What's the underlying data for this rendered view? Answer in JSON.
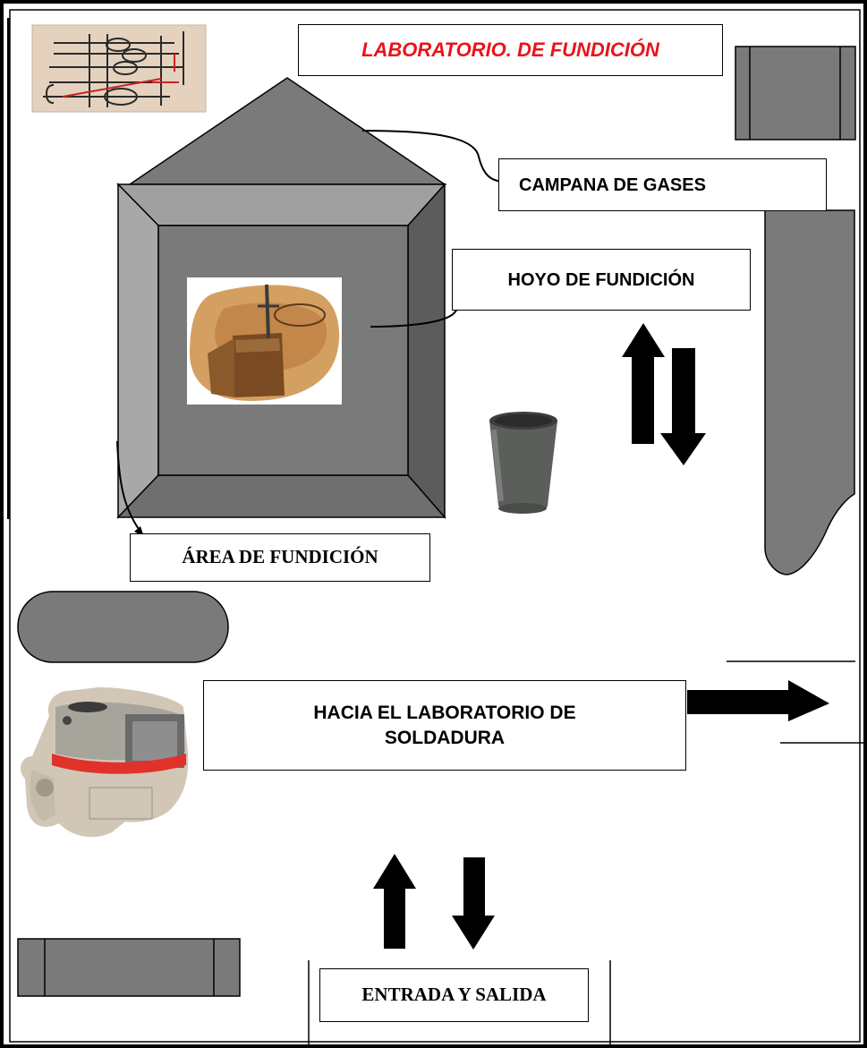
{
  "title": {
    "text": "LABORATORIO. DE FUNDICIÓN",
    "color": "#e8141b"
  },
  "labels": {
    "campana": "CAMPANA DE GASES",
    "hoyo": "HOYO DE FUNDICIÓN",
    "area": "ÁREA DE FUNDICIÓN",
    "hacia_line1": "HACIA EL LABORATORIO DE",
    "hacia_line2": "SOLDADURA",
    "entrada": "ENTRADA Y SALIDA"
  },
  "colors": {
    "furniture": "#7a7a7a",
    "furniture_dark": "#5a5a5a",
    "furniture_light": "#a0a0a0",
    "arrow": "#000000"
  },
  "icons": {
    "blueprint": "blueprint-photo-icon",
    "pit": "foundry-pit-photo-icon",
    "crucible": "crucible-icon",
    "machine": "centrifugal-casting-machine-icon"
  }
}
